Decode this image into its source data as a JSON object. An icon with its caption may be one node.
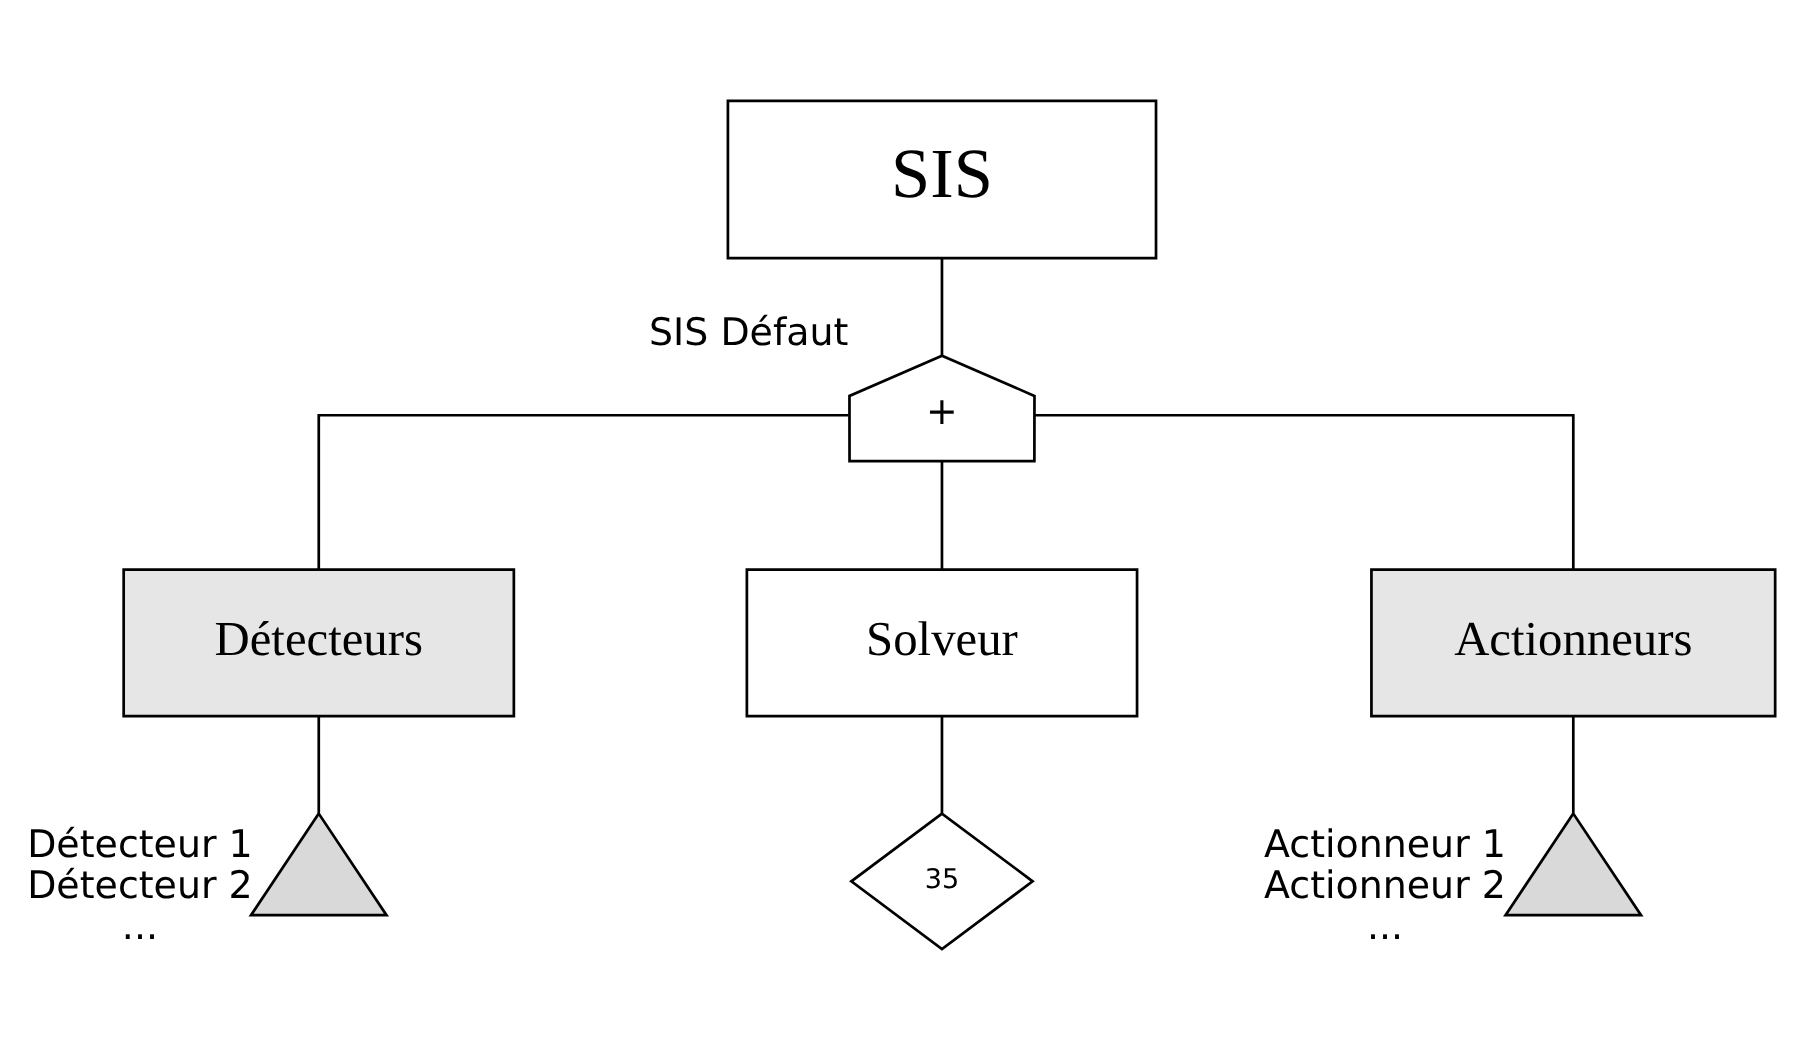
{
  "diagram": {
    "nodes": [
      {
        "text": [
          "SIS"
        ]
      },
      {
        "text": [
          "+"
        ],
        "beside": [
          "SIS Défaut"
        ]
      },
      {
        "text": [
          "Détecteurs"
        ]
      },
      {
        "text": [
          "Solveur"
        ]
      },
      {
        "text": [
          "Actionneurs"
        ]
      },
      {
        "text": [],
        "shape": "triangle",
        "beside": [
          "Détecteur 1",
          "Détecteur 2",
          "..."
        ]
      },
      {
        "text": [
          "35"
        ]
      },
      {
        "text": [],
        "shape": "triangle",
        "beside": [
          "Actionneur 1",
          "Actionneur 2",
          "..."
        ]
      }
    ],
    "edges": [
      {
        "from": 0,
        "to": 1,
        "arrow": "none"
      },
      {
        "from": 1,
        "to": 2,
        "arrow": "none"
      },
      {
        "from": 1,
        "to": 3,
        "arrow": "none"
      },
      {
        "from": 1,
        "to": 4,
        "arrow": "none"
      },
      {
        "from": 2,
        "to": 5,
        "arrow": "none"
      },
      {
        "from": 3,
        "to": 6,
        "arrow": "none"
      },
      {
        "from": 4,
        "to": 7,
        "arrow": "none"
      }
    ]
  }
}
